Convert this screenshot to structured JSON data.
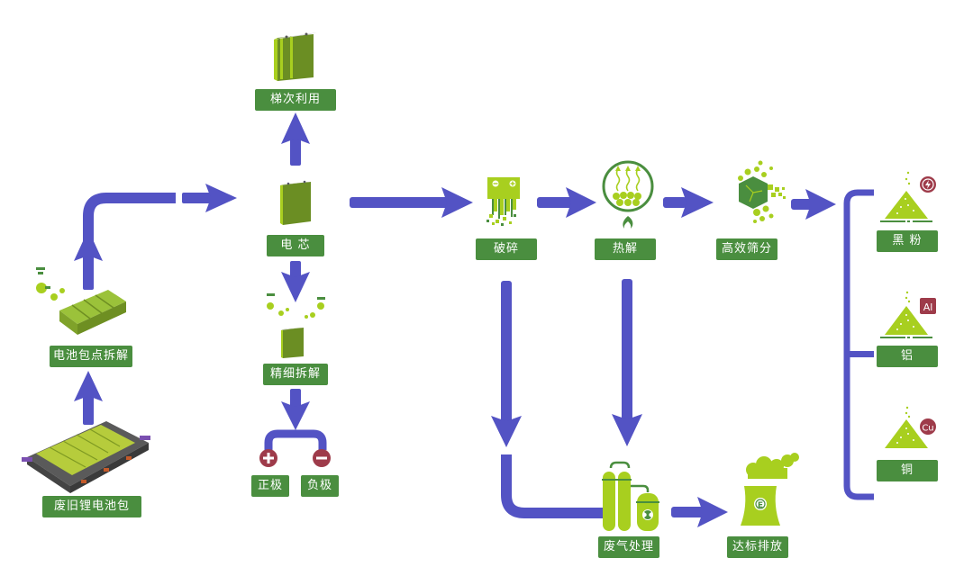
{
  "title": "废旧锂电池回收工艺流程",
  "colors": {
    "arrow": "#5353c4",
    "label_bg": "#4a8e3f",
    "label_text": "#ffffff",
    "icon_green": "#a8cf1f",
    "icon_dark_green": "#4a8e3f",
    "cell_green": "#6b8e23",
    "badge_red": "#9e3b4a"
  },
  "nodes": {
    "battery_pack": {
      "label": "废旧锂电池包",
      "icon": "battery-pack-icon"
    },
    "pack_disassembly": {
      "label": "电池包点拆解",
      "icon": "robot-arm-modules-icon"
    },
    "cell": {
      "label": "电 芯",
      "icon": "battery-cell-icon"
    },
    "cascade_use": {
      "label": "梯次利用",
      "icon": "stacked-cells-icon"
    },
    "fine_disassembly": {
      "label": "精细拆解",
      "icon": "robot-arm-cell-icon"
    },
    "positive": {
      "label": "正极",
      "icon": "plus-icon"
    },
    "negative": {
      "label": "负极",
      "icon": "minus-icon"
    },
    "crushing": {
      "label": "破碎",
      "icon": "crusher-icon"
    },
    "pyrolysis": {
      "label": "热解",
      "icon": "pyrolysis-icon"
    },
    "screening": {
      "label": "高效筛分",
      "icon": "screening-icon"
    },
    "black_powder": {
      "label": "黑 粉",
      "icon": "powder-pile-icon",
      "badge": "⚡"
    },
    "aluminum": {
      "label": "铝",
      "icon": "powder-pile-icon",
      "badge": "Al"
    },
    "copper": {
      "label": "铜",
      "icon": "powder-pile-icon",
      "badge": "Cu"
    },
    "gas_treatment": {
      "label": "废气处理",
      "icon": "gas-tower-icon"
    },
    "compliant_emission": {
      "label": "达标排放",
      "icon": "cooling-tower-icon",
      "badge": "E"
    }
  },
  "flows": [
    [
      "battery_pack",
      "pack_disassembly"
    ],
    [
      "pack_disassembly",
      "cell"
    ],
    [
      "cell",
      "cascade_use"
    ],
    [
      "cell",
      "fine_disassembly"
    ],
    [
      "fine_disassembly",
      "positive"
    ],
    [
      "fine_disassembly",
      "negative"
    ],
    [
      "cell",
      "crushing"
    ],
    [
      "crushing",
      "pyrolysis"
    ],
    [
      "pyrolysis",
      "screening"
    ],
    [
      "screening",
      "black_powder"
    ],
    [
      "screening",
      "aluminum"
    ],
    [
      "screening",
      "copper"
    ],
    [
      "crushing",
      "gas_treatment"
    ],
    [
      "pyrolysis",
      "gas_treatment"
    ],
    [
      "gas_treatment",
      "compliant_emission"
    ]
  ]
}
